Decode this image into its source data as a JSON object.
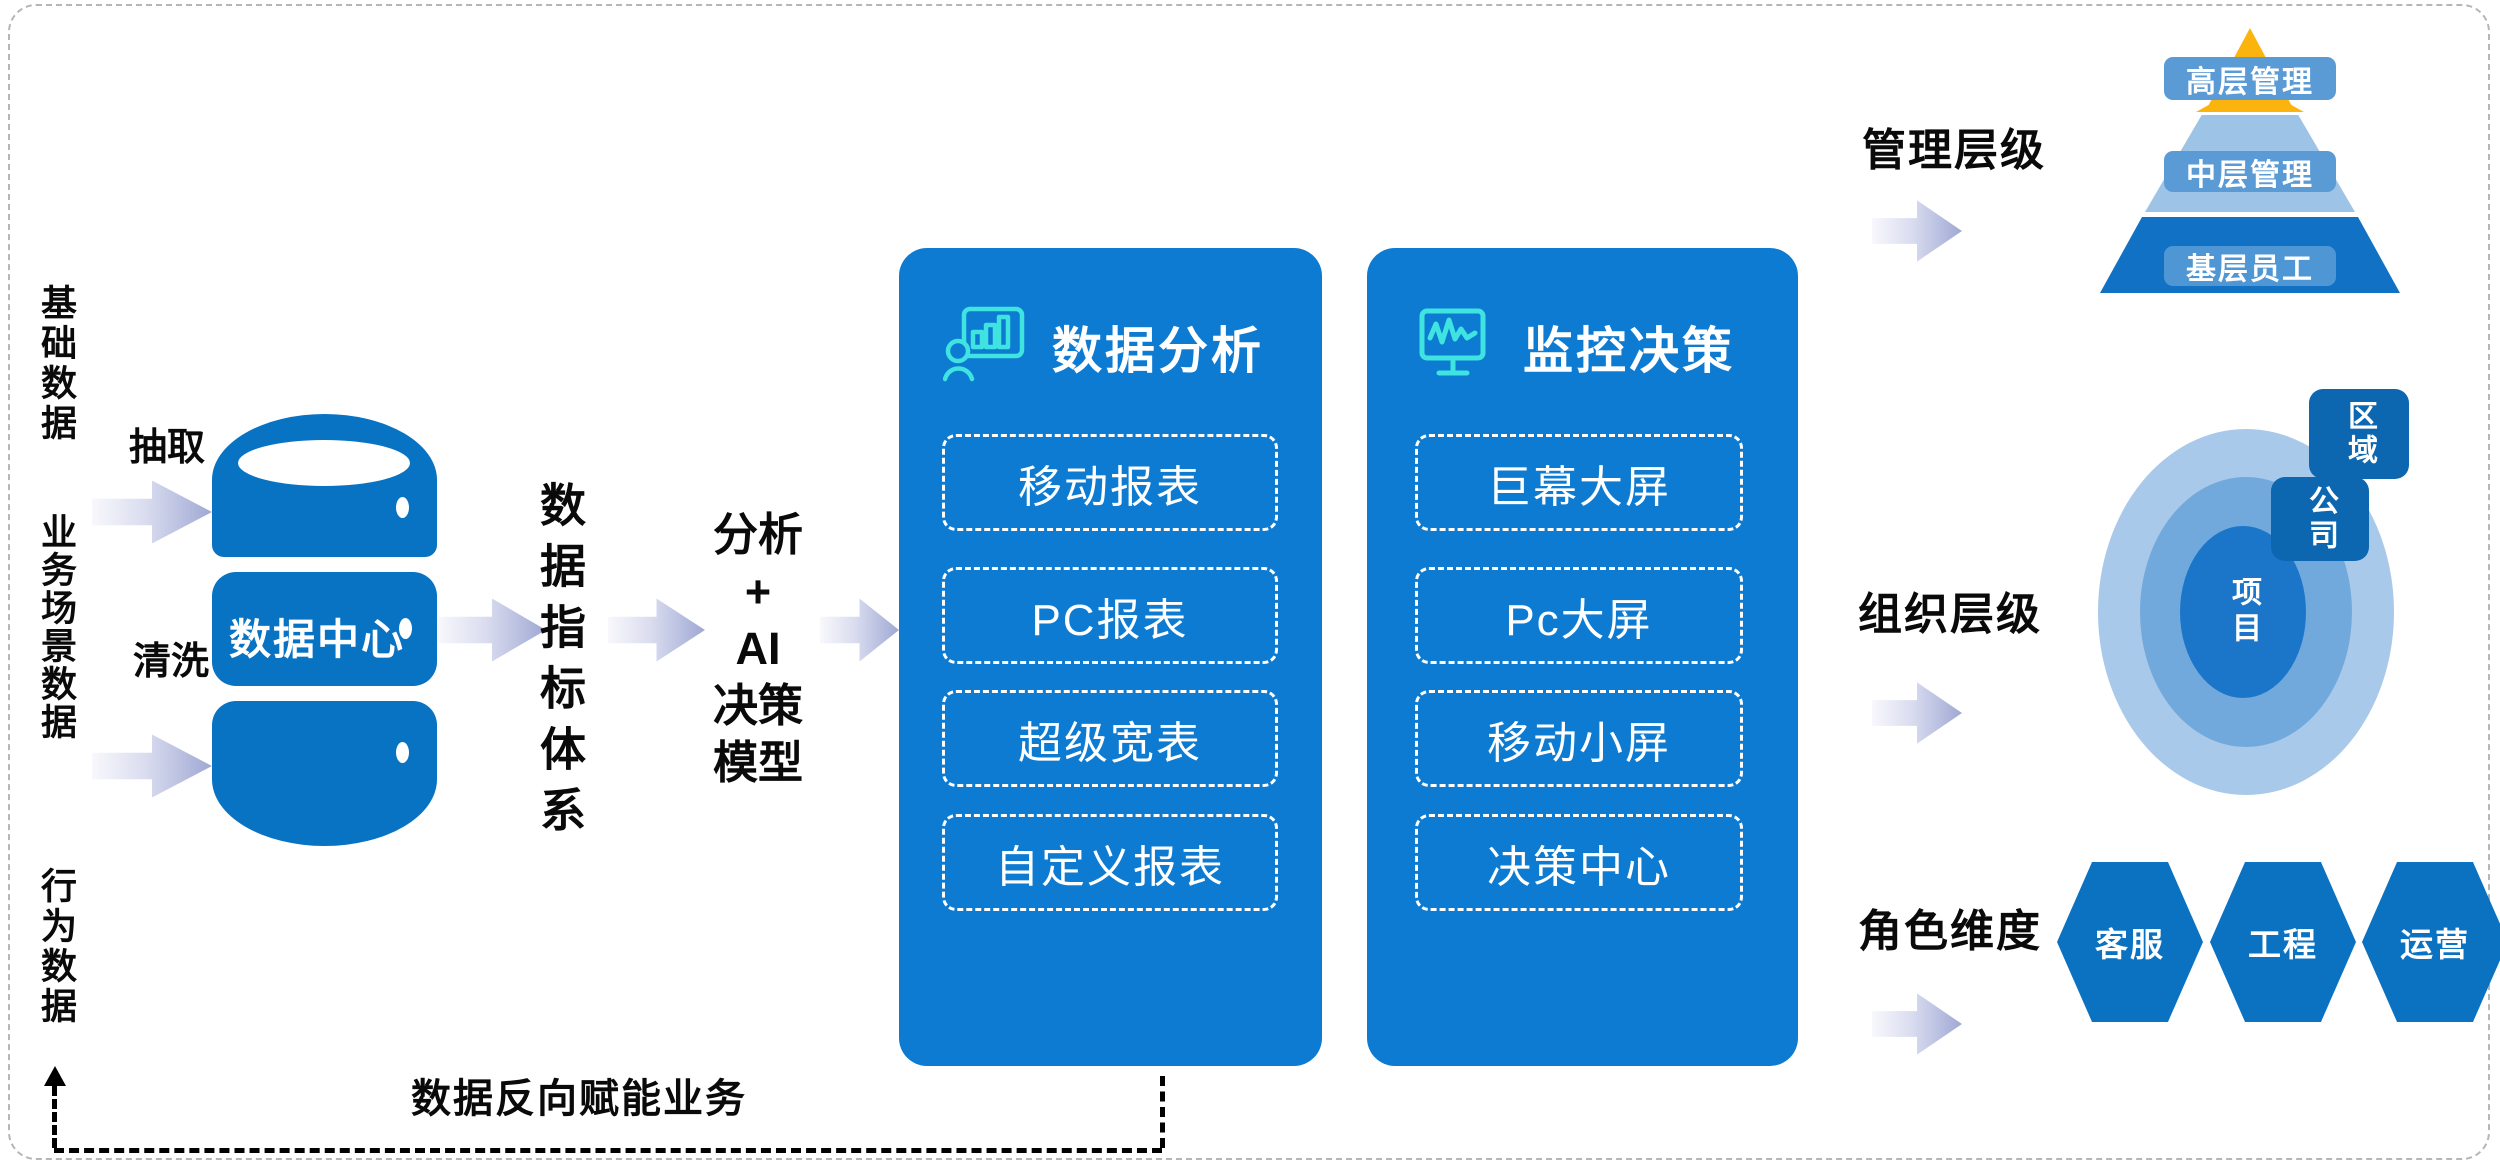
{
  "sources": {
    "item1": "基础数据",
    "item2": "业务场景数据",
    "item3": "行为数据"
  },
  "etl": {
    "extract": "抽取",
    "clean": "清洗"
  },
  "database": {
    "label": "数据中心"
  },
  "flow": {
    "indicator_system": "数据指标体系",
    "model_line1": "分析",
    "model_line2": "+",
    "model_line3": "AI",
    "model_line4": "决策",
    "model_line5": "模型"
  },
  "panels": {
    "analysis": {
      "title": "数据分析",
      "icon": "analyst-chart-board-icon",
      "item1": "移动报表",
      "item2": "PC报表",
      "item3": "超级宽表",
      "item4": "自定义报表"
    },
    "monitor": {
      "title": "监控决策",
      "icon": "monitor-pulse-icon",
      "item1": "巨幕大屏",
      "item2": "Pc大屏",
      "item3": "移动小屏",
      "item4": "决策中心"
    }
  },
  "management": {
    "label": "管理层级",
    "top": "高层管理",
    "middle": "中层管理",
    "bottom": "基层员工"
  },
  "organization": {
    "label": "组织层级",
    "outer_tag": "区域",
    "middle_tag": "公司",
    "center": "项目"
  },
  "roles": {
    "label": "角色维度",
    "role1": "客服",
    "role2": "工程",
    "role3": "运营"
  },
  "feedback": {
    "label": "数据反向赋能业务"
  },
  "colors": {
    "panel_blue": "#0d7bd2",
    "database_blue": "#0872c3",
    "hexagon_blue": "#0b72c2",
    "org_tag_blue": "#0d67b0",
    "pyramid_gold": "#fbb40d",
    "pyramid_light_blue": "#9dc3e6",
    "pyramid_dark_blue": "#1171c4",
    "level_box_blue": "#5b9bd5",
    "bottom_level_box_blue": "#4f97d4",
    "ring_outer": "#a9c9ea",
    "ring_middle": "#72a9dc",
    "ring_inner": "#1b76c9",
    "icon_cyan": "#3fe3e0",
    "arrow_gradient_end": "#9fa8d4"
  }
}
